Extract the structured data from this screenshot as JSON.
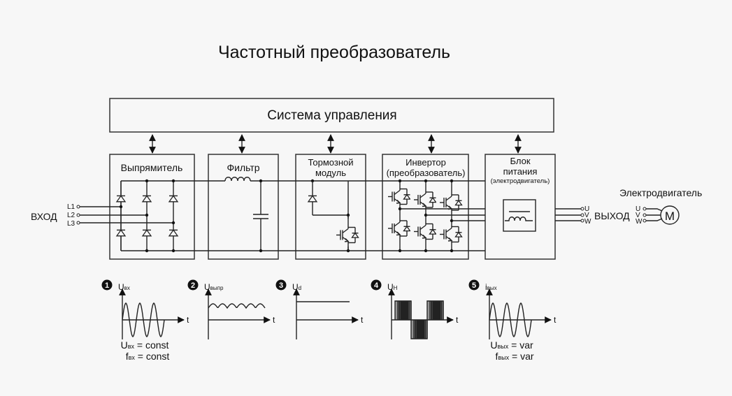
{
  "title": "Частотный преобразователь",
  "control_system": {
    "label": "Система управления"
  },
  "blocks": [
    {
      "id": "rectifier",
      "label_lines": [
        "Выпрямитель"
      ]
    },
    {
      "id": "filter",
      "label_lines": [
        "Фильтр"
      ]
    },
    {
      "id": "brake",
      "label_lines": [
        "Тормозной",
        "модуль"
      ]
    },
    {
      "id": "inverter",
      "label_lines": [
        "Инвертор",
        "(преобразователь)"
      ]
    },
    {
      "id": "power",
      "label_lines": [
        "Блок",
        "питания",
        "(электродвигатель)"
      ]
    }
  ],
  "input": {
    "label": "ВХОД",
    "phases": [
      "L1",
      "L2",
      "L3"
    ]
  },
  "output": {
    "label": "ВЫХОД",
    "phases": [
      "U",
      "V",
      "W"
    ]
  },
  "motor": {
    "title": "Электродвигатель",
    "symbol": "M",
    "phases": [
      "U",
      "V",
      "W"
    ]
  },
  "waveforms": [
    {
      "number": "1",
      "ylabel_main": "U",
      "ylabel_sub": "вх",
      "xlabel": "t",
      "type": "sine",
      "notes": [
        {
          "main": "U",
          "sub": "вх",
          "rest": " = const"
        },
        {
          "main": "f",
          "sub": "вх",
          "rest": " = const"
        }
      ]
    },
    {
      "number": "2",
      "ylabel_main": "U",
      "ylabel_sub": "выпр",
      "xlabel": "t",
      "type": "rectified",
      "notes": []
    },
    {
      "number": "3",
      "ylabel_main": "U",
      "ylabel_sub": "d",
      "xlabel": "t",
      "type": "dc",
      "notes": []
    },
    {
      "number": "4",
      "ylabel_main": "U",
      "ylabel_sub": "Н",
      "xlabel": "t",
      "type": "pwm",
      "notes": []
    },
    {
      "number": "5",
      "ylabel_main": "i",
      "ylabel_sub": "вых",
      "xlabel": "t",
      "type": "sine",
      "notes": [
        {
          "main": "U",
          "sub": "вых",
          "rest": " = var"
        },
        {
          "main": "f",
          "sub": "вых",
          "rest": " = var"
        }
      ]
    }
  ],
  "colors": {
    "line": "#222222",
    "background": "#f7f7f7"
  }
}
